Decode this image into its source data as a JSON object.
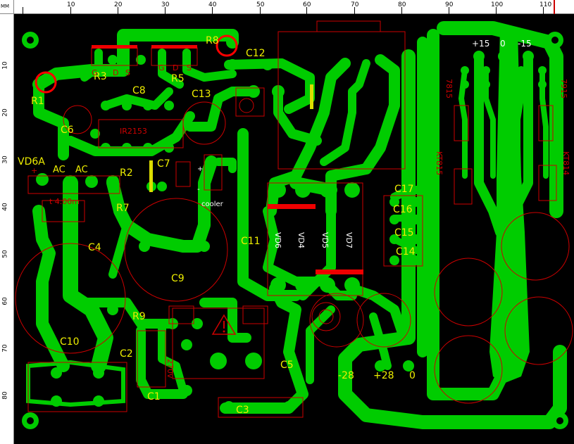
{
  "ruler": {
    "unit": "MM",
    "top_labels": [
      "10",
      "20",
      "30",
      "40",
      "50",
      "60",
      "70",
      "80",
      "90",
      "100",
      "110"
    ],
    "left_labels": [
      "10",
      "20",
      "30",
      "40",
      "50",
      "60",
      "70",
      "80"
    ]
  },
  "labels": {
    "R8": "R8",
    "C12": "C12",
    "R3": "R3",
    "R5": "R5",
    "R1": "R1",
    "C8": "C8",
    "C13": "C13",
    "C6": "C6",
    "ic": "IR2153",
    "VD6A": "VD6A",
    "AC1": "AC",
    "AC2": "AC",
    "R2": "R2",
    "C7": "C7",
    "cooler": "cooler",
    "fuse": "t 4.00m",
    "R7": "R7",
    "C4": "C4",
    "C11": "C11",
    "C9": "C9",
    "VD6": "VD6",
    "VD4": "VD4",
    "VD5": "VD5",
    "VD7": "VD7",
    "C17": "C17",
    "C16": "C16",
    "C15": "C15",
    "C14": "C14",
    "R9": "R9",
    "C10": "C10",
    "C2": "C2",
    "C5": "C5",
    "C1": "C1",
    "C3": "C3",
    "v270": "270v",
    "m28": "-28",
    "p28": "+28",
    "zero1": "0",
    "p15": "+15",
    "zero2": "0",
    "m15": "-15",
    "r7815": "7815",
    "r7915": "7915",
    "kt815": "KT815",
    "kt814": "KT814",
    "G1": "G",
    "D1": "D",
    "S1": "S",
    "G2": "G",
    "D2": "D",
    "S2": "S",
    "plus": "+",
    "minus": "-",
    "plus2": "+"
  }
}
